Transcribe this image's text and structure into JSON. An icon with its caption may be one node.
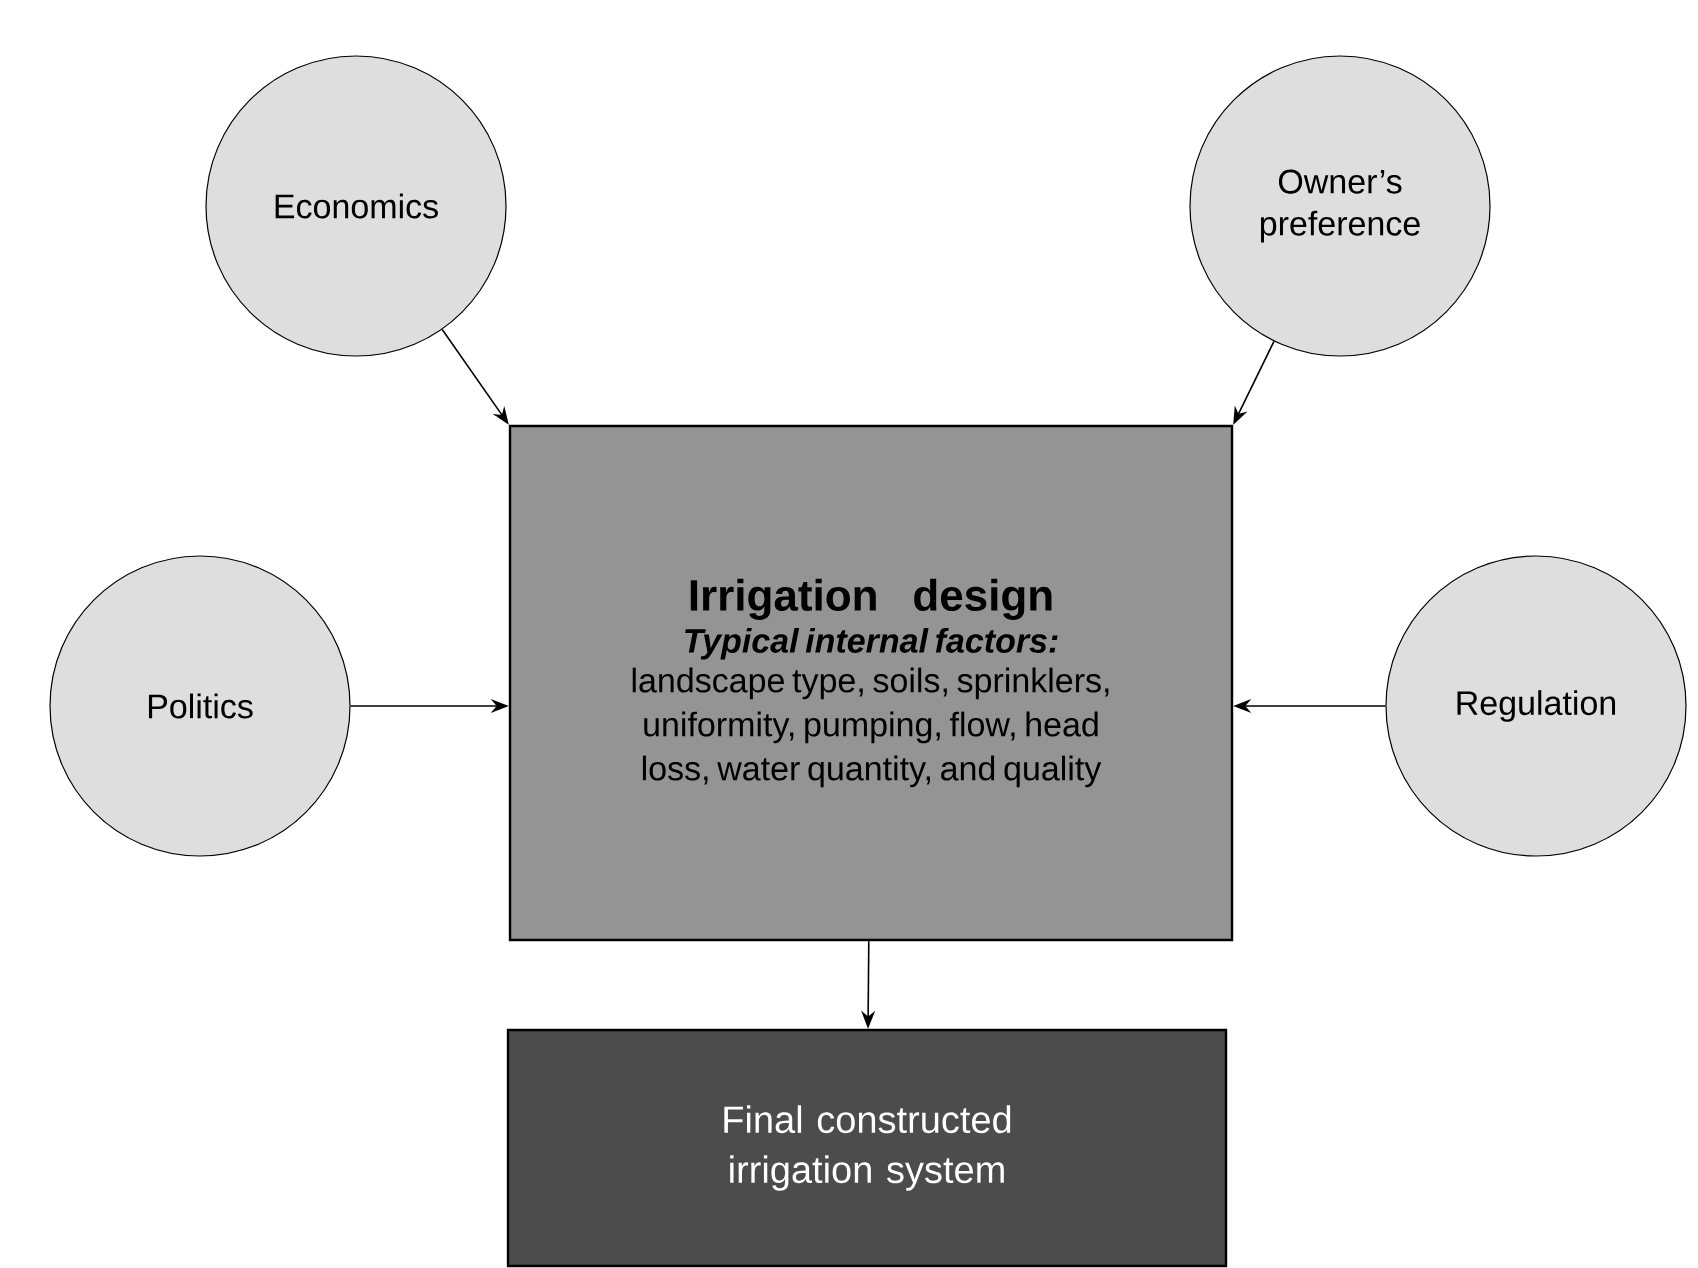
{
  "diagram": {
    "nodes": [
      {
        "text": [
          "Economics"
        ]
      },
      {
        "text": [
          "Owner’s preference"
        ]
      },
      {
        "text": [
          "Politics"
        ]
      },
      {
        "text": [
          "Regulation"
        ]
      },
      {
        "text": [
          "Irrigation design",
          "Typical internal factors:",
          "landscape type, soils, sprinklers, uniformity, pumping, flow, head loss, water quantity, and quality"
        ]
      },
      {
        "text": [
          "Final constructed irrigation system"
        ]
      }
    ],
    "edges": [
      {
        "from": 0,
        "to": 4,
        "arrow": "to"
      },
      {
        "from": 1,
        "to": 4,
        "arrow": "to"
      },
      {
        "from": 2,
        "to": 4,
        "arrow": "to"
      },
      {
        "from": 3,
        "to": 4,
        "arrow": "to"
      },
      {
        "from": 4,
        "to": 5,
        "arrow": "to"
      }
    ]
  }
}
